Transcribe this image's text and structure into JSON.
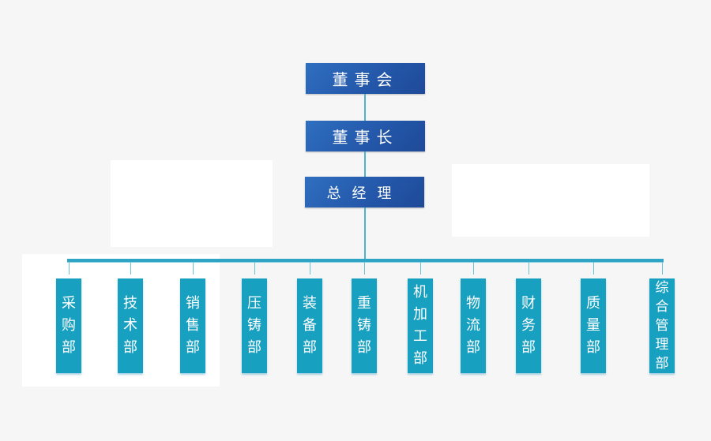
{
  "hierarchy": {
    "board": "董事会",
    "chairman": "董事长",
    "general_manager": "总经理"
  },
  "departments": [
    {
      "label": "采购部"
    },
    {
      "label": "技术部"
    },
    {
      "label": "销售部"
    },
    {
      "label": "压铸部"
    },
    {
      "label": "装备部"
    },
    {
      "label": "重铸部"
    },
    {
      "label": "机加工部"
    },
    {
      "label": "物流部"
    },
    {
      "label": "财务部"
    },
    {
      "label": "质量部"
    },
    {
      "label": "综合管理部"
    }
  ],
  "colors": {
    "top_box": "#2356a8",
    "dept_box": "#18a0c0",
    "connector": "#2ea5c4"
  }
}
